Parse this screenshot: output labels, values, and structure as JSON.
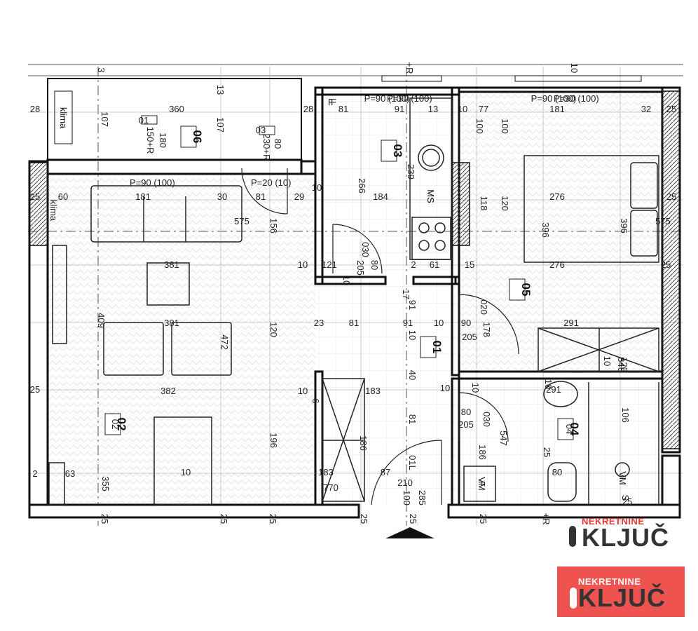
{
  "rooms": [
    {
      "id": "r01",
      "label": "01"
    },
    {
      "id": "r02",
      "label": "02"
    },
    {
      "id": "r03",
      "label": "03"
    },
    {
      "id": "r04",
      "label": "04"
    },
    {
      "id": "r05",
      "label": "05"
    },
    {
      "id": "r06",
      "label": "06"
    }
  ],
  "dimensions": [
    "28",
    "3",
    "360",
    "13",
    "107",
    "107",
    "28",
    "81",
    "91",
    "13",
    "10",
    "77",
    "100",
    "181",
    "32",
    "25",
    "01",
    "180",
    "150+R",
    "03",
    "80",
    "230+R",
    "P=90 (100)",
    "P=90 (100)",
    "F",
    "100",
    "25",
    "60",
    "181",
    "30",
    "81",
    "29",
    "10",
    "266",
    "239",
    "184",
    "MS",
    "118",
    "120",
    "276",
    "25",
    "575",
    "156",
    "396",
    "396",
    "575",
    "030",
    "80",
    "205",
    "121",
    "2",
    "61",
    "15",
    "381",
    "10",
    "10",
    "276",
    "25",
    "409",
    "381",
    "120",
    "472",
    "23",
    "81",
    "91",
    "10",
    "90",
    "178",
    "020",
    "205",
    "291",
    "120",
    "25",
    "382",
    "10",
    "183",
    "40",
    "10",
    "291",
    "106",
    "02",
    "04",
    "196",
    "186",
    "81",
    "030",
    "80",
    "205",
    "547",
    "186",
    "25",
    "2",
    "63",
    "355",
    "10",
    "183",
    "87",
    "01L",
    "210",
    "100",
    "285",
    "80",
    "VM",
    "F",
    "S",
    "25",
    "25",
    "25",
    "25",
    "25",
    "25",
    "25",
    "+R",
    "+R",
    "10",
    "17",
    "91",
    "10",
    "10",
    "10",
    "770",
    "10",
    "846",
    "6"
  ],
  "labels": {
    "klima_top": "klima",
    "klima_left": "klima",
    "door_p1": "P=90 (100)",
    "door_p2": "P=20 (10)",
    "door_p3": "P=90 (100)",
    "door_p4": "P=90 (100)",
    "ms": "MS",
    "f": "F",
    "vm": "VM"
  },
  "logo": {
    "top_small": "NEKRETNINE",
    "top_big": "KLJUČ",
    "bottom_small": "NEKRETNINE",
    "bottom_big": "KLJUČ",
    "accent_color": "#e53935",
    "bottom_bg": "#ef5350"
  }
}
